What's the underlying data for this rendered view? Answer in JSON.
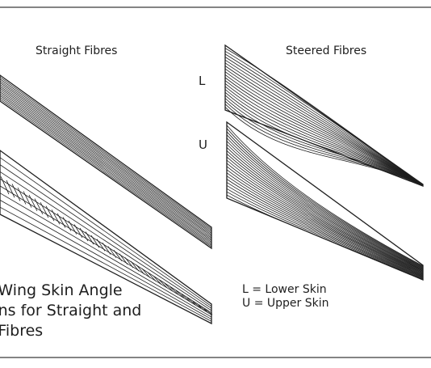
{
  "panels": {
    "straight": {
      "title": "Straight Fibres"
    },
    "steered": {
      "title": "Steered Fibres",
      "lower_tag": "L",
      "upper_tag": "U"
    }
  },
  "caption": {
    "line1": "l Wing Skin Angle",
    "line2": "ons for Straight and",
    "line3": "l Fibres"
  },
  "legend": {
    "lower": "L = Lower Skin",
    "upper": "U = Upper Skin"
  },
  "colors": {
    "ink": "#1e1e1e",
    "frame": "#3a3a3a",
    "background": "#ffffff"
  }
}
